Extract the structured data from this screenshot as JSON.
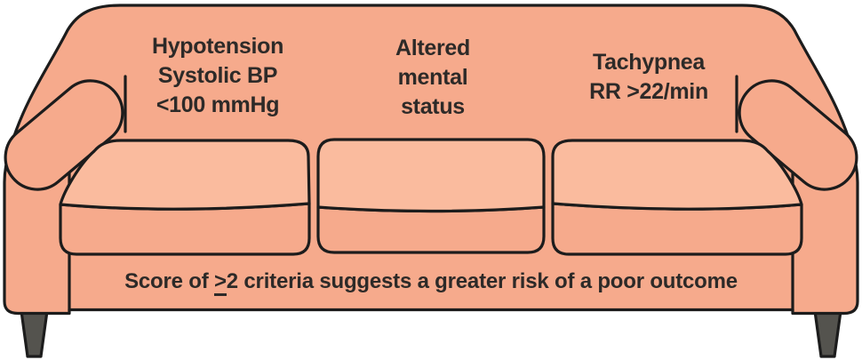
{
  "illustration": {
    "title_semantic": "qSOFA criteria sofa diagram",
    "criteria": [
      {
        "label": "Hypotension\nSystolic BP\n<100 mmHg"
      },
      {
        "label": "Altered\nmental\nstatus"
      },
      {
        "label": "Tachypnea\nRR >22/min"
      }
    ],
    "footer": {
      "prefix": "Score of ",
      "threshold": ">",
      "suffix": "2 criteria suggests a greater risk of a poor outcome"
    },
    "colors": {
      "body": "#f6aa8c",
      "cushion_top": "#fabb9e",
      "outline": "#1c1c1c",
      "leg": "#54534e",
      "text": "#2d2a28"
    }
  }
}
